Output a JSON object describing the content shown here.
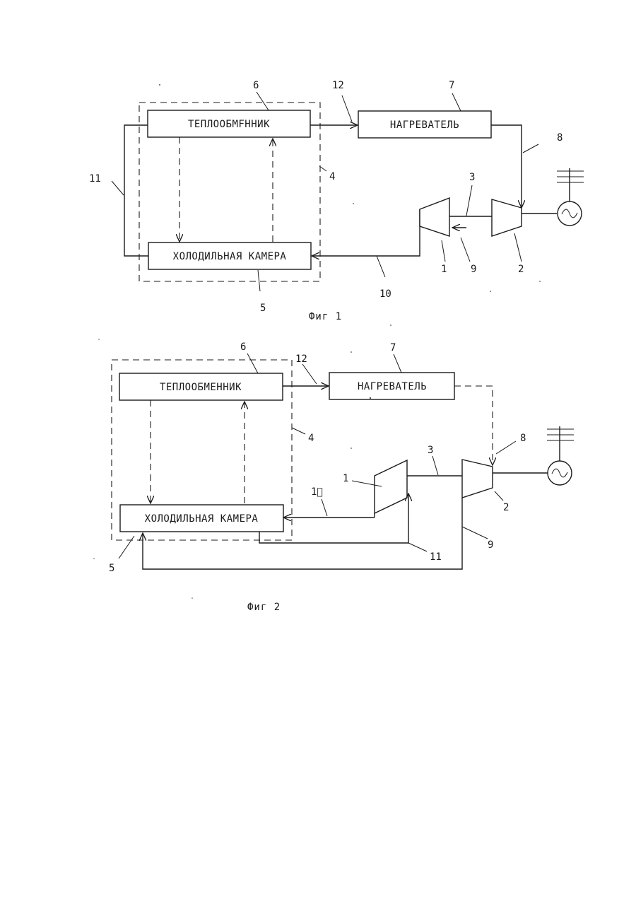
{
  "figure1": {
    "caption": "Фиг 1",
    "heat_exchanger_label": "ТЕПЛООБМFННИК",
    "heater_label": "НАГРЕВАТЕЛЬ",
    "cold_chamber_label": "ХОЛОДИЛЬНАЯ КАМЕРА",
    "refs": {
      "r1": "1",
      "r2": "2",
      "r3": "3",
      "r4": "4",
      "r5": "5",
      "r6": "6",
      "r7": "7",
      "r8": "8",
      "r9": "9",
      "r10": "10",
      "r11": "11",
      "r12": "12"
    }
  },
  "figure2": {
    "caption": "Фиг 2",
    "heat_exchanger_label": "ТЕПЛООБМЕННИК",
    "heater_label": "НАГРЕВАТЕЛЬ",
    "cold_chamber_label": "ХОЛОДИЛЬНАЯ КАМЕРА",
    "refs": {
      "r1": "1",
      "r2": "2",
      "r3": "3",
      "r4": "4",
      "r5": "5",
      "r6": "6",
      "r7": "7",
      "r8": "8",
      "r9": "9",
      "r10": "1\u0000",
      "r11": "11",
      "r12": "12"
    }
  }
}
